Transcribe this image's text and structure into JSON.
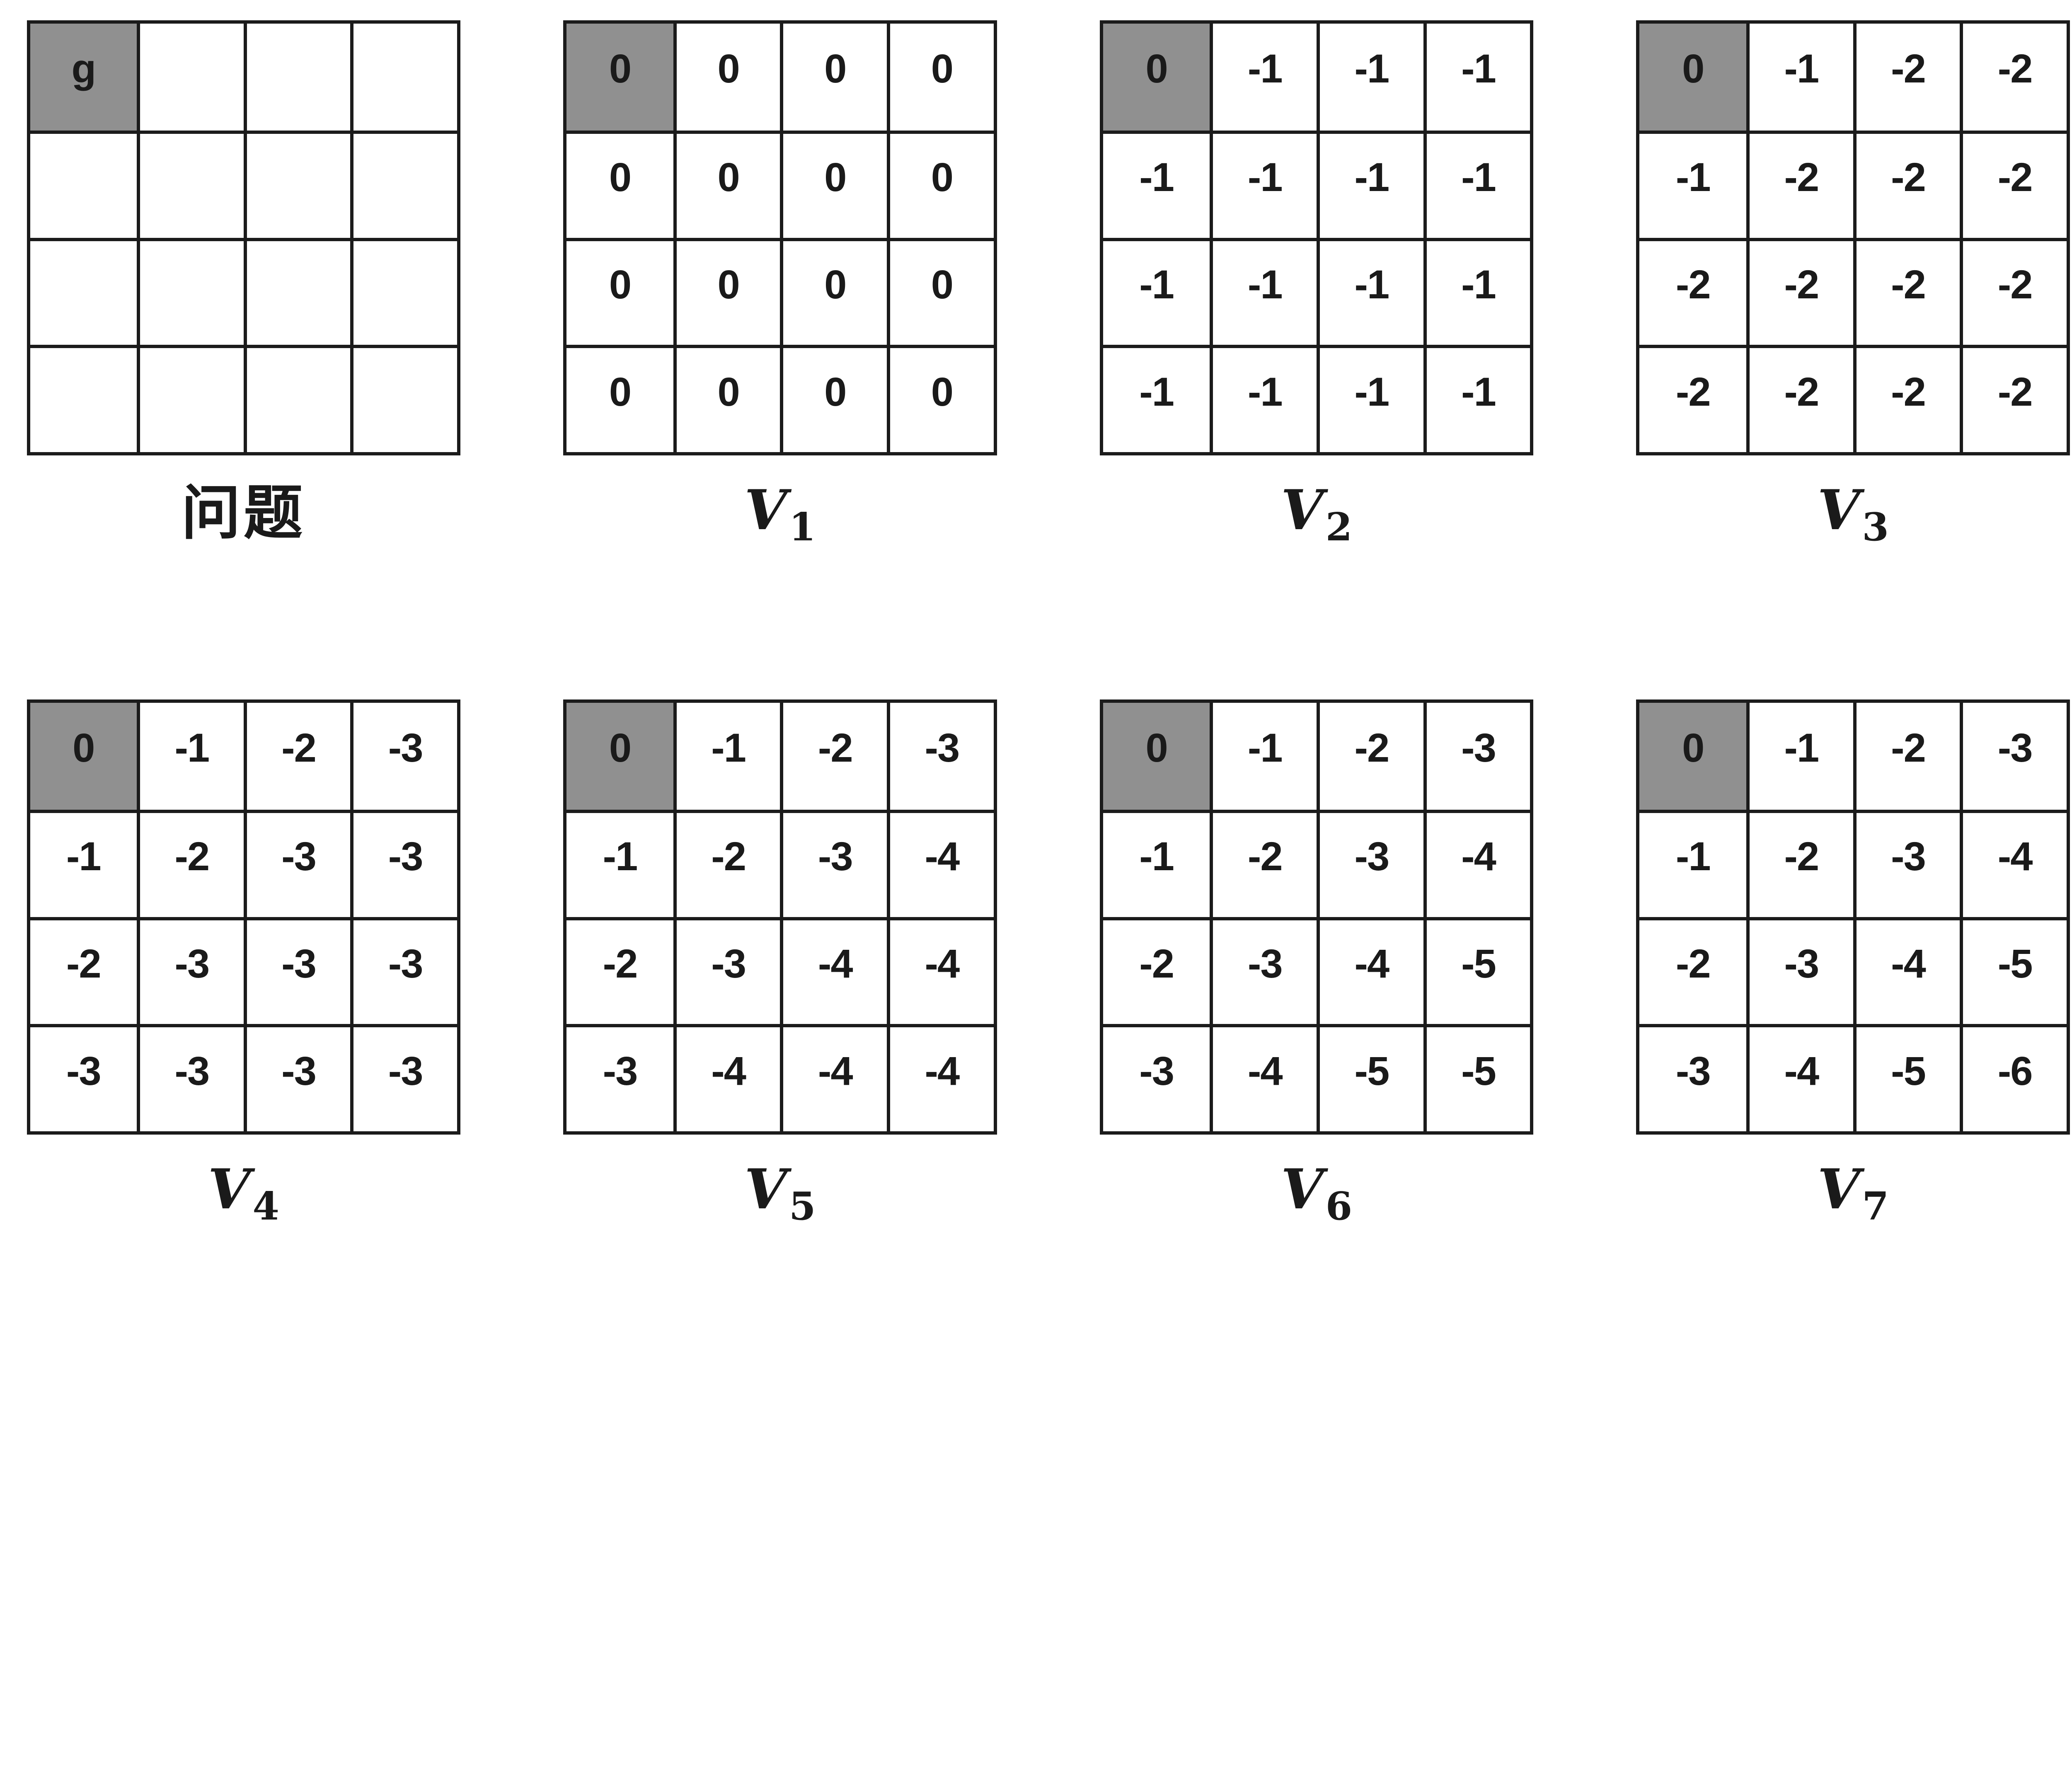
{
  "colors": {
    "highlight_cell": "#909090",
    "grid_border": "#1b1b1b",
    "text": "#1a1a1a",
    "background": "#ffffff"
  },
  "highlight": {
    "row": 0,
    "col": 0
  },
  "panels": [
    {
      "id": "problem",
      "label": "问题",
      "sub": "",
      "grid": [
        [
          "g",
          "",
          "",
          ""
        ],
        [
          "",
          "",
          "",
          ""
        ],
        [
          "",
          "",
          "",
          ""
        ],
        [
          "",
          "",
          "",
          ""
        ]
      ]
    },
    {
      "id": "v1",
      "label": "V",
      "sub": "1",
      "grid": [
        [
          "0",
          "0",
          "0",
          "0"
        ],
        [
          "0",
          "0",
          "0",
          "0"
        ],
        [
          "0",
          "0",
          "0",
          "0"
        ],
        [
          "0",
          "0",
          "0",
          "0"
        ]
      ]
    },
    {
      "id": "v2",
      "label": "V",
      "sub": "2",
      "grid": [
        [
          "0",
          "-1",
          "-1",
          "-1"
        ],
        [
          "-1",
          "-1",
          "-1",
          "-1"
        ],
        [
          "-1",
          "-1",
          "-1",
          "-1"
        ],
        [
          "-1",
          "-1",
          "-1",
          "-1"
        ]
      ]
    },
    {
      "id": "v3",
      "label": "V",
      "sub": "3",
      "grid": [
        [
          "0",
          "-1",
          "-2",
          "-2"
        ],
        [
          "-1",
          "-2",
          "-2",
          "-2"
        ],
        [
          "-2",
          "-2",
          "-2",
          "-2"
        ],
        [
          "-2",
          "-2",
          "-2",
          "-2"
        ]
      ]
    },
    {
      "id": "v4",
      "label": "V",
      "sub": "4",
      "grid": [
        [
          "0",
          "-1",
          "-2",
          "-3"
        ],
        [
          "-1",
          "-2",
          "-3",
          "-3"
        ],
        [
          "-2",
          "-3",
          "-3",
          "-3"
        ],
        [
          "-3",
          "-3",
          "-3",
          "-3"
        ]
      ]
    },
    {
      "id": "v5",
      "label": "V",
      "sub": "5",
      "grid": [
        [
          "0",
          "-1",
          "-2",
          "-3"
        ],
        [
          "-1",
          "-2",
          "-3",
          "-4"
        ],
        [
          "-2",
          "-3",
          "-4",
          "-4"
        ],
        [
          "-3",
          "-4",
          "-4",
          "-4"
        ]
      ]
    },
    {
      "id": "v6",
      "label": "V",
      "sub": "6",
      "grid": [
        [
          "0",
          "-1",
          "-2",
          "-3"
        ],
        [
          "-1",
          "-2",
          "-3",
          "-4"
        ],
        [
          "-2",
          "-3",
          "-4",
          "-5"
        ],
        [
          "-3",
          "-4",
          "-5",
          "-5"
        ]
      ]
    },
    {
      "id": "v7",
      "label": "V",
      "sub": "7",
      "grid": [
        [
          "0",
          "-1",
          "-2",
          "-3"
        ],
        [
          "-1",
          "-2",
          "-3",
          "-4"
        ],
        [
          "-2",
          "-3",
          "-4",
          "-5"
        ],
        [
          "-3",
          "-4",
          "-5",
          "-6"
        ]
      ]
    }
  ]
}
